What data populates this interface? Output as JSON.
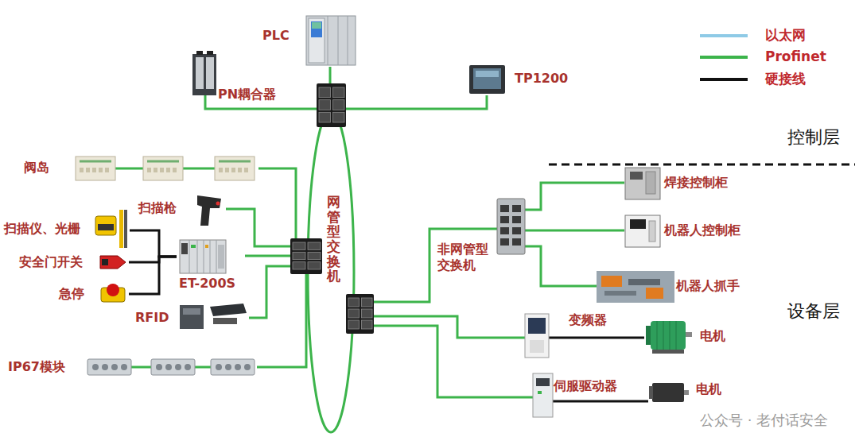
{
  "diagram": {
    "nodes": [
      {
        "text": [
          "PLC"
        ]
      },
      {
        "text": [
          "PN耦合器"
        ]
      },
      {
        "text": [
          "TP1200"
        ]
      },
      {
        "text": [
          "网管型交换机"
        ]
      },
      {
        "text": [
          "阀岛"
        ]
      },
      {
        "text": [
          "扫描枪"
        ]
      },
      {
        "text": [
          "扫描仪、光栅"
        ]
      },
      {
        "text": [
          "安全门开关"
        ]
      },
      {
        "text": [
          "急停"
        ]
      },
      {
        "text": [
          "ET-200S"
        ]
      },
      {
        "text": [
          "RFID"
        ]
      },
      {
        "text": [
          "IP67模块"
        ]
      },
      {
        "text": [
          "非网管型 交换机"
        ]
      },
      {
        "text": [
          "焊接控制柜"
        ]
      },
      {
        "text": [
          "机器人控制柜"
        ]
      },
      {
        "text": [
          "机器人抓手"
        ]
      },
      {
        "text": [
          "变频器"
        ]
      },
      {
        "text": [
          "电机"
        ]
      },
      {
        "text": [
          "伺服驱动器"
        ]
      },
      {
        "text": [
          "电机"
        ]
      }
    ],
    "edges": [
      {
        "from": 0,
        "to": 3,
        "arrow": "none"
      },
      {
        "from": 1,
        "to": 3,
        "arrow": "none"
      },
      {
        "from": 2,
        "to": 3,
        "arrow": "none"
      },
      {
        "from": 4,
        "to": 3,
        "arrow": "none"
      },
      {
        "from": 5,
        "to": 3,
        "arrow": "none"
      },
      {
        "from": 6,
        "to": 9,
        "arrow": "none"
      },
      {
        "from": 7,
        "to": 9,
        "arrow": "none"
      },
      {
        "from": 8,
        "to": 9,
        "arrow": "none"
      },
      {
        "from": 9,
        "to": 3,
        "arrow": "none"
      },
      {
        "from": 10,
        "to": 3,
        "arrow": "none"
      },
      {
        "from": 11,
        "to": 3,
        "arrow": "none"
      },
      {
        "from": 3,
        "to": 12,
        "arrow": "none"
      },
      {
        "from": 12,
        "to": 13,
        "arrow": "none"
      },
      {
        "from": 12,
        "to": 14,
        "arrow": "none"
      },
      {
        "from": 12,
        "to": 15,
        "arrow": "none"
      },
      {
        "from": 3,
        "to": 16,
        "arrow": "none"
      },
      {
        "from": 16,
        "to": 17,
        "arrow": "none"
      },
      {
        "from": 3,
        "to": 18,
        "arrow": "none"
      },
      {
        "from": 18,
        "to": 19,
        "arrow": "none"
      }
    ],
    "labels": [
      "控制层",
      "设备层",
      "公众号 · 老付话安全"
    ],
    "legend": [
      {
        "text": "以太网"
      },
      {
        "text": "Profinet"
      },
      {
        "text": "硬接线"
      }
    ]
  }
}
